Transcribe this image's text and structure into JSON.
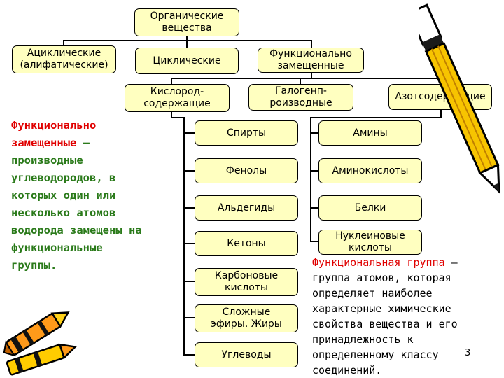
{
  "top": {
    "root_line1": "Органические",
    "root_line2": "вещества"
  },
  "level1": {
    "acyclic_line1": "Ациклические",
    "acyclic_line2": "(алифатические)",
    "cyclic": "Циклические",
    "functional_line1": "Функционально",
    "functional_line2": "замещенные"
  },
  "level2": {
    "oxygen_line1": "Кислород-",
    "oxygen_line2": "содержащие",
    "halogen_line1": "Галогенп-",
    "halogen_line2": "роизводные",
    "nitrogen": "Азотсодержащие"
  },
  "oxygen_classes": [
    {
      "label": "Спирты"
    },
    {
      "label": "Фенолы"
    },
    {
      "label": "Альдегиды"
    },
    {
      "label": "Кетоны"
    },
    {
      "label": "Карбоновые кислоты"
    },
    {
      "label": "Сложные эфиры. Жиры"
    },
    {
      "label": "Углеводы"
    }
  ],
  "nitrogen_classes": [
    {
      "label": "Амины"
    },
    {
      "label": "Аминокислоты"
    },
    {
      "label": "Белки"
    },
    {
      "label": "Нуклеиновые кислоты"
    }
  ],
  "left_definition": {
    "term": "Функционально замещенные",
    "text": " – производные углеводородов, в которых один или несколько атомов водорода замещены на функциональные группы."
  },
  "right_definition": {
    "term": "Функциональная группа",
    "text": " – группа атомов, которая определяет наиболее характерные химические свойства вещества и его принадлежность к определенному классу соединений."
  },
  "page_number": "3",
  "colors": {
    "box_fill": "#ffffc0",
    "definition_green": "#2a7a1a",
    "highlight_red": "#e00000"
  },
  "icons": [
    "pencil-icon",
    "crayon-icon"
  ]
}
